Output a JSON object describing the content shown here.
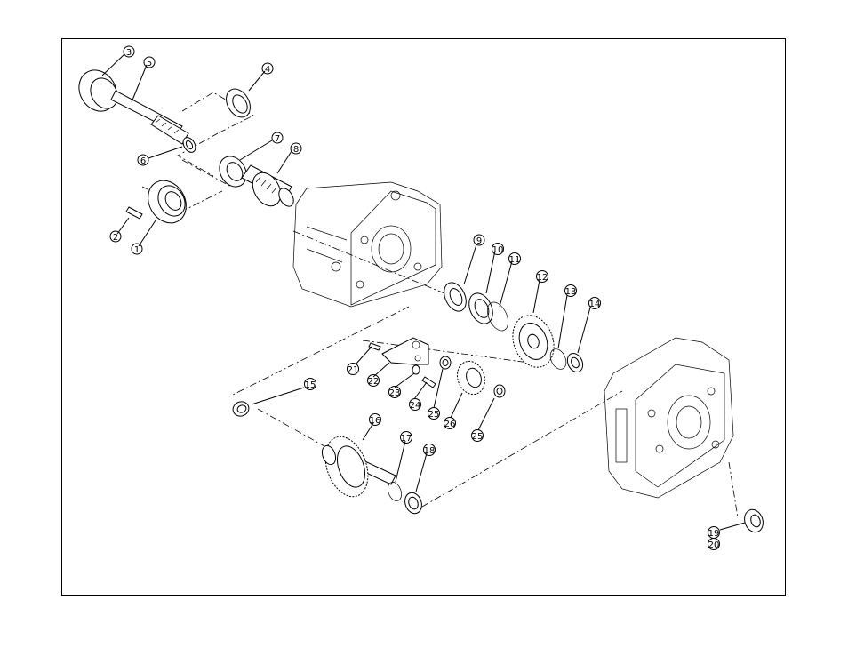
{
  "diagram": {
    "callouts": {
      "c1": "1",
      "c2": "2",
      "c3": "3",
      "c4": "4",
      "c5": "5",
      "c6": "6",
      "c7": "7",
      "c8": "8",
      "c9": "9",
      "c10": "10",
      "c11": "11",
      "c12": "12",
      "c13": "13",
      "c14": "14",
      "c15": "15",
      "c16": "16",
      "c17": "17",
      "c18": "18",
      "c19": "19",
      "c20": "20",
      "c21": "21",
      "c22": "22",
      "c23": "23",
      "c24": "24",
      "c25a": "25",
      "c26": "26",
      "c25b": "25"
    }
  }
}
